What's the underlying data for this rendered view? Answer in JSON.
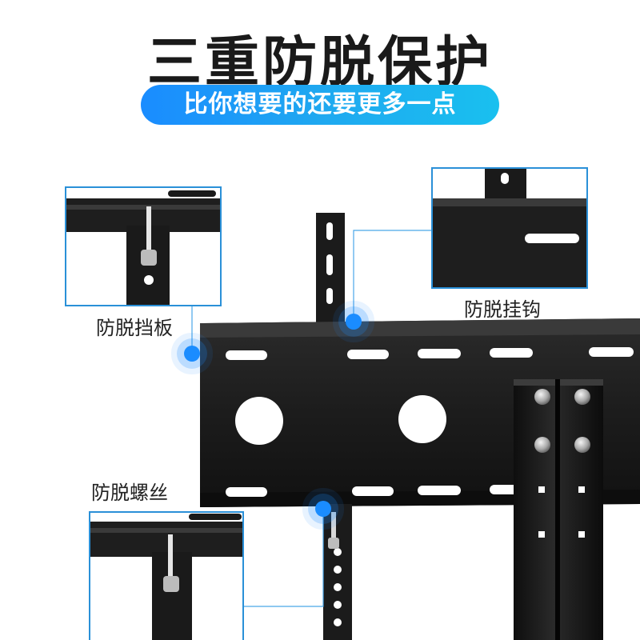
{
  "heading": {
    "title": "三重防脱保护",
    "subtitle": "比你想要的还要更多一点"
  },
  "callouts": [
    {
      "label": "防脱挡板",
      "icon": "anti-drop-baffle-detail"
    },
    {
      "label": "防脱挂钩",
      "icon": "anti-drop-hook-detail"
    },
    {
      "label": "防脱螺丝",
      "icon": "anti-drop-screw-detail"
    }
  ],
  "colors": {
    "accent": "#1a8cff",
    "metal": "#1f1f1f",
    "inset_border": "#2a90d8"
  }
}
